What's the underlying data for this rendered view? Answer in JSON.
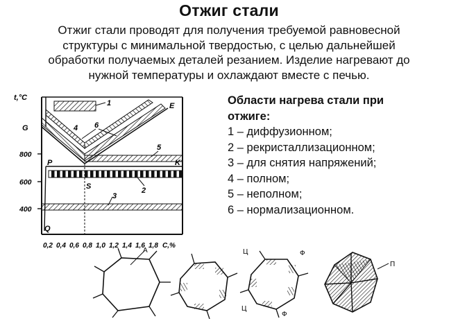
{
  "document": {
    "title": "Отжиг стали",
    "intro_lines": [
      "Отжиг стали проводят для получения требуемой равновесной",
      "структуры с минимальной твердостью, с целью дальнейшей",
      "обработки получаемых деталей резанием. Изделие нагревают до",
      "нужной температуры и охлаждают вместе с печью."
    ]
  },
  "diagram": {
    "y_axis_label": "t,°C",
    "y_ticks": [
      "800",
      "600",
      "400"
    ],
    "x_ticks": [
      "0,2",
      "0,4",
      "0,6",
      "0,8",
      "1,0",
      "1,2",
      "1,4",
      "1,6",
      "1,8"
    ],
    "x_axis_label": "С,%",
    "point_labels": [
      "G",
      "E",
      "P",
      "S",
      "K",
      "Q"
    ],
    "region_labels": [
      "1",
      "2",
      "3",
      "4",
      "5",
      "6"
    ]
  },
  "legend": {
    "heading_lines": [
      "Области нагрева стали при",
      "отжиге:"
    ],
    "items": [
      "1 – диффузионном;",
      "2 – рекристаллизационном;",
      "3 – для снятия напряжений;",
      "4 – полном;",
      "5 – неполном;",
      "6 – нормализационном."
    ]
  },
  "microstructures": {
    "labels": [
      "А",
      "Ц",
      "Ф",
      "Ц",
      "Ф",
      "П"
    ]
  }
}
